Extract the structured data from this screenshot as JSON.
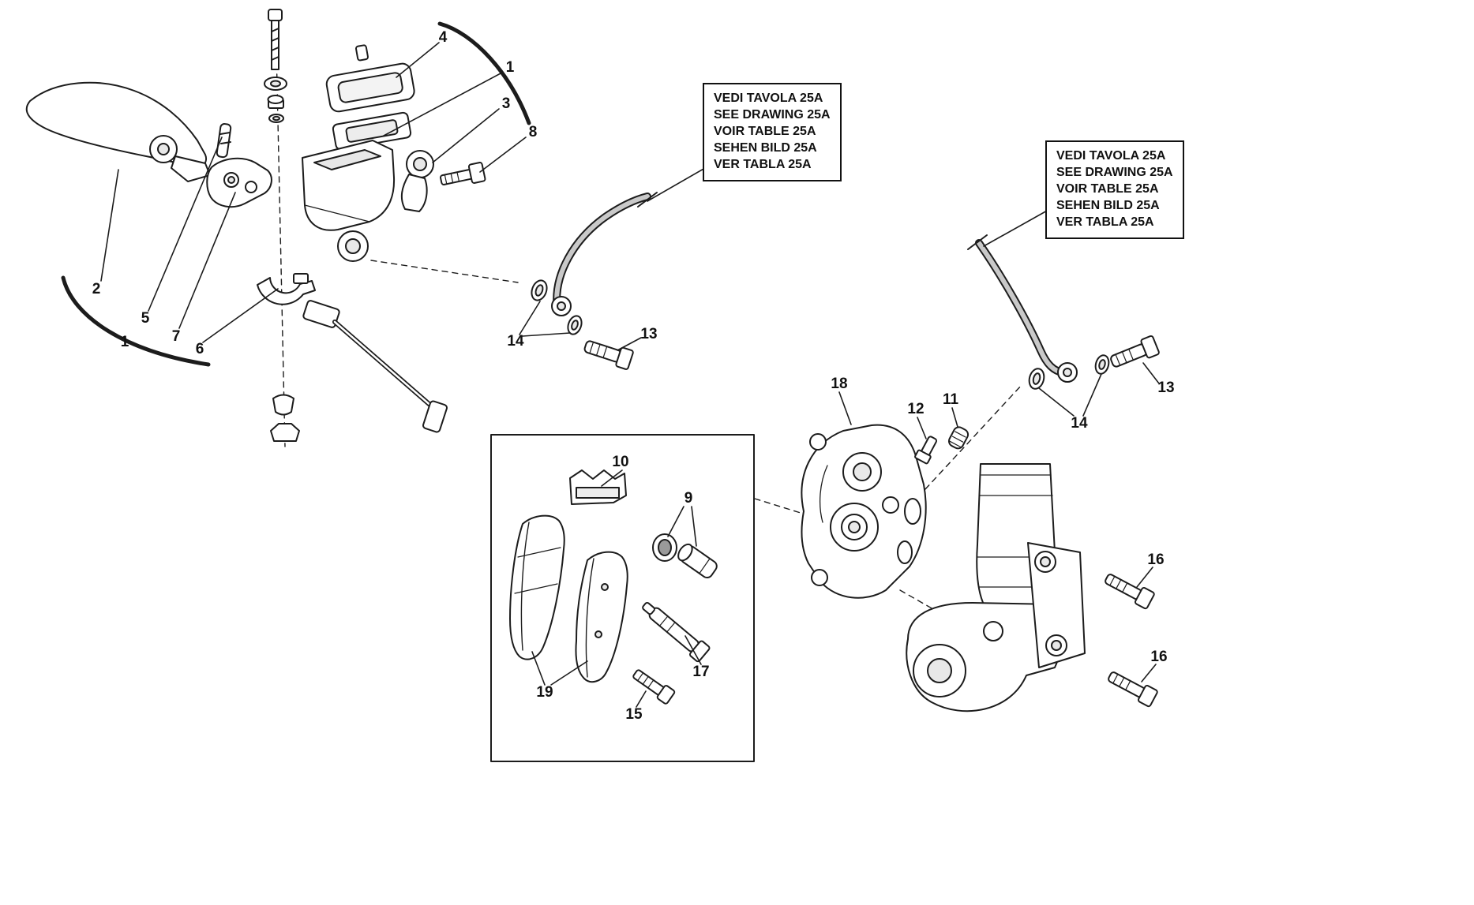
{
  "colors": {
    "ink": "#1c1c1c",
    "hose_gray": "#c9c9c9",
    "background": "#ffffff"
  },
  "note_boxes": {
    "left": [
      "VEDI TAVOLA 25A",
      "SEE DRAWING 25A",
      "VOIR TABLE 25A",
      "SEHEN BILD 25A",
      "VER TABLA 25A"
    ],
    "right": [
      "VEDI TAVOLA 25A",
      "SEE DRAWING 25A",
      "VOIR TABLE 25A",
      "SEHEN BILD 25A",
      "VER TABLA 25A"
    ]
  },
  "callouts": [
    {
      "label": "4"
    },
    {
      "label": "1"
    },
    {
      "label": "3"
    },
    {
      "label": "8"
    },
    {
      "label": "2"
    },
    {
      "label": "5"
    },
    {
      "label": "1"
    },
    {
      "label": "7"
    },
    {
      "label": "6"
    },
    {
      "label": "14"
    },
    {
      "label": "13"
    },
    {
      "label": "18"
    },
    {
      "label": "12"
    },
    {
      "label": "11"
    },
    {
      "label": "13"
    },
    {
      "label": "14"
    },
    {
      "label": "10"
    },
    {
      "label": "9"
    },
    {
      "label": "16"
    },
    {
      "label": "17"
    },
    {
      "label": "19"
    },
    {
      "label": "15"
    },
    {
      "label": "16"
    }
  ]
}
